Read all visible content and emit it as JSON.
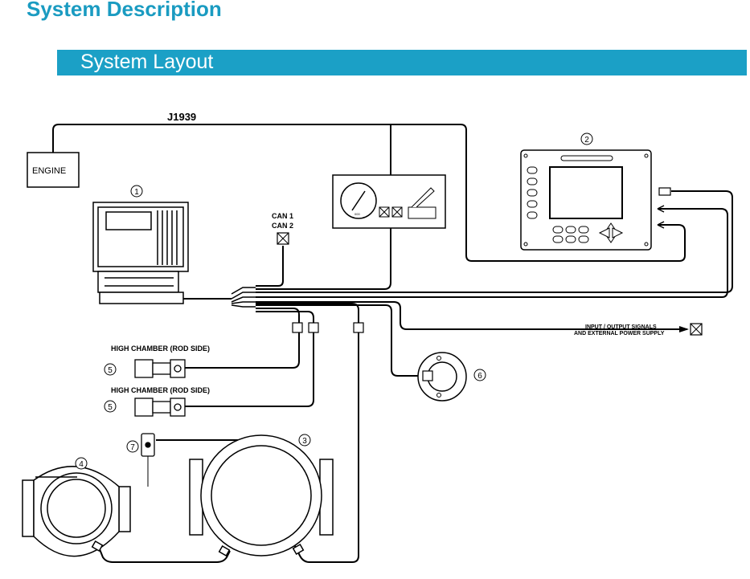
{
  "header": {
    "title": "System Description",
    "section": "System Layout"
  },
  "diagram": {
    "bus_label": "J1939",
    "engine_label": "ENGINE",
    "can1_label": "CAN 1",
    "can2_label": "CAN 2",
    "io_label_line1": "INPUT / OUTPUT SIGNALS",
    "io_label_line2": "AND EXTERNAL POWER SUPPLY",
    "sensor_a_label": "HIGH CHAMBER (ROD SIDE)",
    "sensor_b_label": "HIGH CHAMBER (ROD SIDE)",
    "gauge_text": "000",
    "callouts": {
      "c1": "1",
      "c2": "2",
      "c3": "3",
      "c4": "4",
      "c5a": "5",
      "c5b": "5",
      "c6": "6",
      "c7": "7"
    }
  },
  "colors": {
    "accent": "#1ba0c6",
    "title": "#1a9bc1",
    "line": "#000000"
  }
}
